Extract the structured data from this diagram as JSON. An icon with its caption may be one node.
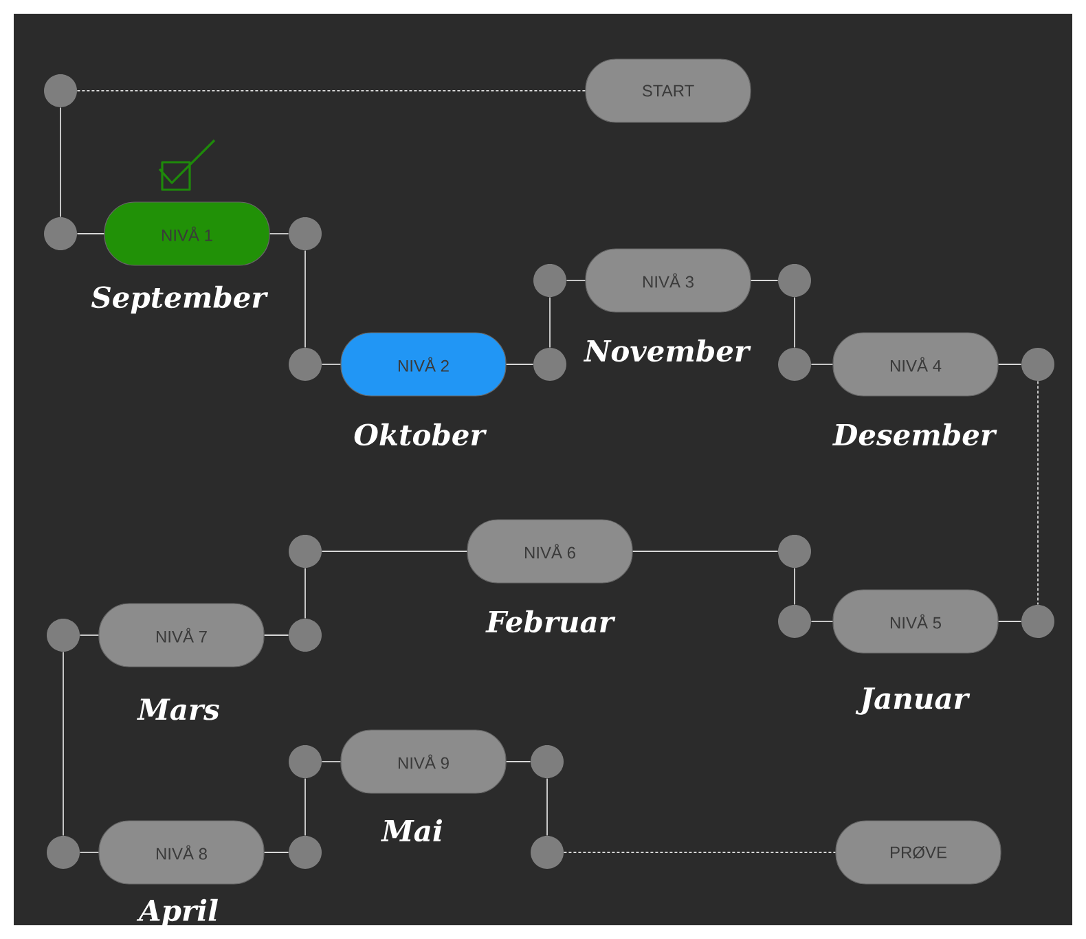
{
  "diagram": {
    "nodes": [
      {
        "text": [
          "START"
        ]
      },
      {
        "text": [],
        "shape": "circle"
      },
      {
        "text": [],
        "shape": "circle"
      },
      {
        "text": [
          "NIVÅ 1"
        ],
        "beside": [
          "September"
        ]
      },
      {
        "text": [],
        "shape": "circle"
      },
      {
        "text": [],
        "shape": "circle"
      },
      {
        "text": [
          "NIVÅ 2"
        ],
        "beside": [
          "Oktober"
        ]
      },
      {
        "text": [],
        "shape": "circle"
      },
      {
        "text": [],
        "shape": "circle"
      },
      {
        "text": [
          "NIVÅ 3"
        ],
        "beside": [
          "November"
        ]
      },
      {
        "text": [],
        "shape": "circle"
      },
      {
        "text": [],
        "shape": "circle"
      },
      {
        "text": [
          "NIVÅ 4"
        ],
        "beside": [
          "Desember"
        ]
      },
      {
        "text": [],
        "shape": "circle"
      },
      {
        "text": [],
        "shape": "circle"
      },
      {
        "text": [
          "NIVÅ 5"
        ],
        "beside": [
          "Januar"
        ]
      },
      {
        "text": [],
        "shape": "circle"
      },
      {
        "text": [],
        "shape": "circle"
      },
      {
        "text": [
          "NIVÅ 6"
        ],
        "beside": [
          "Februar"
        ]
      },
      {
        "text": [],
        "shape": "circle"
      },
      {
        "text": [],
        "shape": "circle"
      },
      {
        "text": [
          "NIVÅ 7"
        ],
        "beside": [
          "Mars"
        ]
      },
      {
        "text": [],
        "shape": "circle"
      },
      {
        "text": [],
        "shape": "circle"
      },
      {
        "text": [
          "NIVÅ 8"
        ],
        "beside": [
          "April"
        ]
      },
      {
        "text": [],
        "shape": "circle"
      },
      {
        "text": [],
        "shape": "circle"
      },
      {
        "text": [
          "NIVÅ 9"
        ],
        "beside": [
          "Mai"
        ]
      },
      {
        "text": [],
        "shape": "circle"
      },
      {
        "text": [],
        "shape": "circle"
      },
      {
        "text": [
          "PRØVE"
        ]
      }
    ],
    "edges": [
      {
        "from": 0,
        "to": 1,
        "arrow": "none",
        "style": "dashed"
      },
      {
        "from": 1,
        "to": 2,
        "arrow": "none"
      },
      {
        "from": 2,
        "to": 3,
        "arrow": "none"
      },
      {
        "from": 3,
        "to": 4,
        "arrow": "none"
      },
      {
        "from": 4,
        "to": 5,
        "arrow": "none"
      },
      {
        "from": 5,
        "to": 6,
        "arrow": "none"
      },
      {
        "from": 6,
        "to": 7,
        "arrow": "none"
      },
      {
        "from": 7,
        "to": 8,
        "arrow": "none"
      },
      {
        "from": 8,
        "to": 9,
        "arrow": "none"
      },
      {
        "from": 9,
        "to": 10,
        "arrow": "none"
      },
      {
        "from": 10,
        "to": 11,
        "arrow": "none"
      },
      {
        "from": 11,
        "to": 12,
        "arrow": "none"
      },
      {
        "from": 12,
        "to": 13,
        "arrow": "none"
      },
      {
        "from": 13,
        "to": 14,
        "arrow": "none",
        "style": "dashed"
      },
      {
        "from": 14,
        "to": 15,
        "arrow": "none"
      },
      {
        "from": 15,
        "to": 16,
        "arrow": "none"
      },
      {
        "from": 16,
        "to": 17,
        "arrow": "none"
      },
      {
        "from": 17,
        "to": 18,
        "arrow": "none"
      },
      {
        "from": 18,
        "to": 19,
        "arrow": "none"
      },
      {
        "from": 19,
        "to": 20,
        "arrow": "none"
      },
      {
        "from": 20,
        "to": 21,
        "arrow": "none"
      },
      {
        "from": 21,
        "to": 22,
        "arrow": "none"
      },
      {
        "from": 22,
        "to": 23,
        "arrow": "none"
      },
      {
        "from": 23,
        "to": 24,
        "arrow": "none"
      },
      {
        "from": 24,
        "to": 25,
        "arrow": "none"
      },
      {
        "from": 25,
        "to": 26,
        "arrow": "none"
      },
      {
        "from": 26,
        "to": 27,
        "arrow": "none"
      },
      {
        "from": 27,
        "to": 28,
        "arrow": "none"
      },
      {
        "from": 28,
        "to": 29,
        "arrow": "none"
      },
      {
        "from": 29,
        "to": 30,
        "arrow": "none",
        "style": "dashed"
      }
    ]
  }
}
